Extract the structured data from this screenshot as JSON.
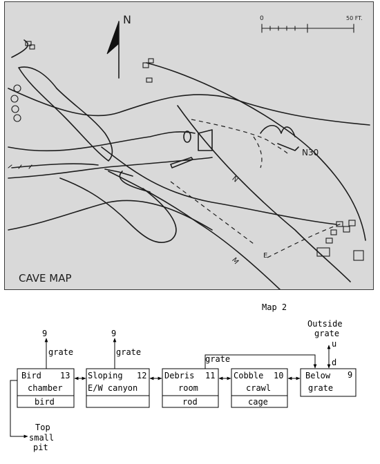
{
  "map": {
    "title": "CAVE MAP",
    "north_label": "N",
    "scale_start": "0",
    "scale_end": "50 FT.",
    "labels": {
      "n30": "N30",
      "route_n": "N",
      "route_e": "E",
      "route_m": "M"
    }
  },
  "diagram": {
    "title": "Map 2",
    "rooms": [
      {
        "id": 13,
        "number": "13",
        "name_lines": [
          "Bird",
          "chamber"
        ],
        "item": "bird"
      },
      {
        "id": 12,
        "number": "12",
        "name_lines": [
          "Sloping",
          "E/W canyon"
        ],
        "item": ""
      },
      {
        "id": 11,
        "number": "11",
        "name_lines": [
          "Debris",
          "room"
        ],
        "item": "rod"
      },
      {
        "id": 10,
        "number": "10",
        "name_lines": [
          "Cobble",
          "crawl"
        ],
        "item": "cage"
      },
      {
        "id": 9,
        "number": "9",
        "name_lines": [
          "Below",
          "grate"
        ],
        "item": ""
      }
    ],
    "up_links": [
      {
        "from": 13,
        "target": "9",
        "via": "grate"
      },
      {
        "from": 12,
        "target": "9",
        "via": "grate"
      }
    ],
    "bypass": {
      "from": 11,
      "to": 9,
      "label": "grate"
    },
    "outside": {
      "lines": [
        "Outside",
        "grate"
      ],
      "up": "u",
      "down": "d"
    },
    "pit": {
      "lines": [
        "Top",
        "small",
        "pit"
      ]
    }
  }
}
